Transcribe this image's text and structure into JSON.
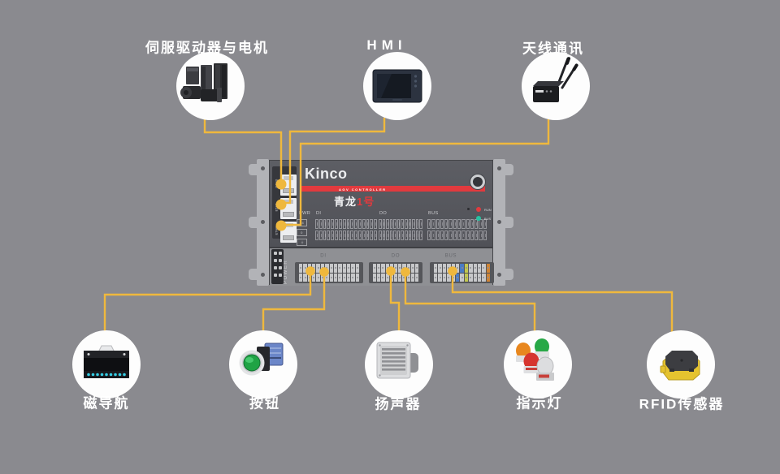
{
  "canvas": {
    "background": "#8a8a8f",
    "wire_color": "#efb83d",
    "circle_color": "#fdfdfd",
    "label_color": "#ffffff"
  },
  "top_devices": [
    {
      "id": "servo",
      "label": "伺服驱动器与电机"
    },
    {
      "id": "hmi",
      "label": "HMI"
    },
    {
      "id": "antenna",
      "label": "天线通讯"
    }
  ],
  "bottom_devices": [
    {
      "id": "magnetic-nav",
      "label": "磁导航"
    },
    {
      "id": "push-button",
      "label": "按钮"
    },
    {
      "id": "speaker",
      "label": "扬声器"
    },
    {
      "id": "indicator-light",
      "label": "指示灯"
    },
    {
      "id": "rfid-sensor",
      "label": "RFID传感器"
    }
  ],
  "controller": {
    "brand": "Kinco",
    "banner": "AGV CONTROLLER",
    "model_white": "青龙",
    "model_red": "1号",
    "accent_red": "#e23a3e",
    "port_labels": [
      "CAN0",
      "ETH1",
      "ETH0"
    ],
    "io_section_labels": {
      "pwr": "PWR",
      "di": "DI",
      "do": "DO",
      "bus": "BUS"
    },
    "pwr_pin_labels": [
      "24",
      "0",
      "⏚"
    ],
    "leds": [
      {
        "label": "RUN",
        "color": "#e23a3e"
      },
      {
        "label": "BUS",
        "color": "#27c2a2"
      }
    ],
    "bottom_labels": {
      "power": "POWER",
      "di": "DI",
      "do": "DO",
      "bus": "BUS"
    },
    "grids": {
      "di_cols": 16,
      "do_cols": 12,
      "bus_cols": 14
    },
    "strips": {
      "di_cells": 14,
      "do_cells": 11,
      "bus_cells": 13
    },
    "bus_colored_cells": {
      "top": [
        [
          6,
          "#4a7bc4"
        ],
        [
          7,
          "#c3c94f"
        ],
        [
          12,
          "#cf8434"
        ]
      ],
      "bottom": [
        [
          5,
          "#4a7bc4"
        ],
        [
          7,
          "#c3c94f"
        ],
        [
          12,
          "#cf8434"
        ]
      ]
    }
  }
}
